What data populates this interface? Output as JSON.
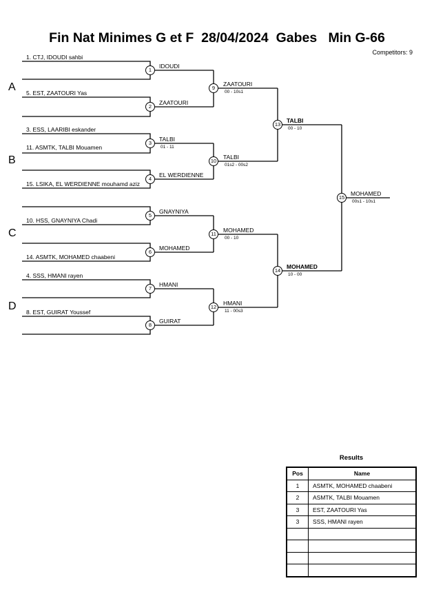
{
  "header": {
    "title": "Fin Nat Minimes G et F  28/04/2024  Gabes   Min G-66",
    "competitors": "Competitors: 9"
  },
  "pools": [
    "A",
    "B",
    "C",
    "D"
  ],
  "entrants": [
    "1. CTJ, IDOUDI sahbi",
    "5. EST, ZAATOURI Yas",
    "3. ESS, LAARIBI eskander",
    "11. ASMTK, TALBI Mouamen",
    "15. LSIKA, EL WERDIENNE mouhamd aziz",
    "10. HSS, GNAYNIYA Chadi",
    "14. ASMTK, MOHAMED chaabeni",
    "4. SSS, HMANI rayen",
    "8. EST, GUIRAT Youssef"
  ],
  "matches": {
    "m1": {
      "num": "1",
      "winner": "IDOUDI",
      "score": ""
    },
    "m2": {
      "num": "2",
      "winner": "ZAATOURI",
      "score": ""
    },
    "m3": {
      "num": "3",
      "winner": "TALBI",
      "score": "01 - 11"
    },
    "m4": {
      "num": "4",
      "winner": "EL WERDIENNE",
      "score": ""
    },
    "m5": {
      "num": "5",
      "winner": "GNAYNIYA",
      "score": ""
    },
    "m6": {
      "num": "6",
      "winner": "MOHAMED",
      "score": ""
    },
    "m7": {
      "num": "7",
      "winner": "HMANI",
      "score": ""
    },
    "m8": {
      "num": "8",
      "winner": "GUIRAT",
      "score": ""
    },
    "m9": {
      "num": "9",
      "winner": "ZAATOURI",
      "score": "00 - 10s1"
    },
    "m10": {
      "num": "10",
      "winner": "TALBI",
      "score": "01s2 - 00s2"
    },
    "m11": {
      "num": "11",
      "winner": "MOHAMED",
      "score": "00 - 10"
    },
    "m12": {
      "num": "12",
      "winner": "HMANI",
      "score": "11 - 00s3"
    },
    "m13": {
      "num": "13",
      "winner": "TALBI",
      "score": "00 - 10"
    },
    "m14": {
      "num": "14",
      "winner": "MOHAMED",
      "score": "10 - 00"
    },
    "m15": {
      "num": "15",
      "winner": "MOHAMED",
      "score": "00s1 - 10s1"
    }
  },
  "results": {
    "title": "Results",
    "col_pos": "Pos",
    "col_name": "Name",
    "rows": [
      {
        "pos": "1",
        "name": "ASMTK, MOHAMED chaabeni"
      },
      {
        "pos": "2",
        "name": "ASMTK, TALBI Mouamen"
      },
      {
        "pos": "3",
        "name": "EST, ZAATOURI Yas"
      },
      {
        "pos": "3",
        "name": "SSS, HMANI rayen"
      }
    ]
  }
}
